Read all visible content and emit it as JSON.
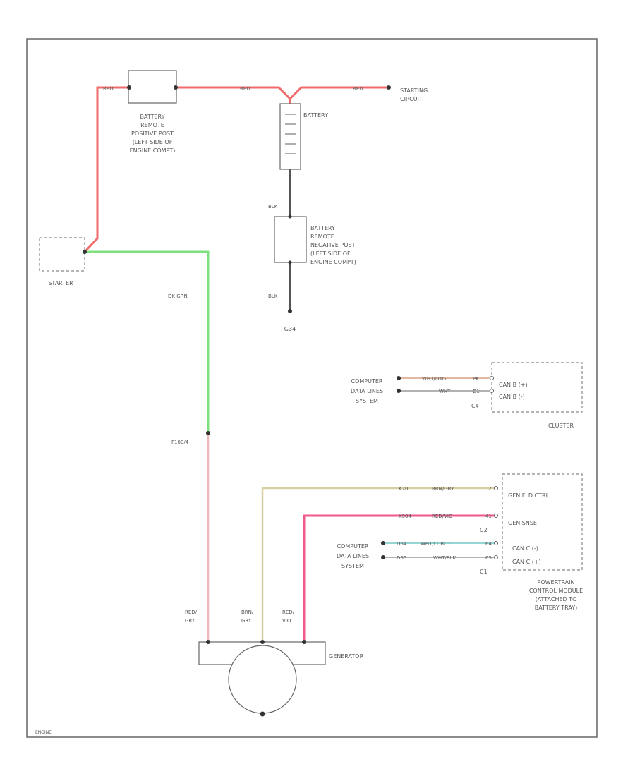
{
  "diagram": {
    "labels": {
      "fuse_label": [
        "BATTERY",
        "REMOTE",
        "POSITIVE POST",
        "(LEFT SIDE OF",
        "ENGINE COMPT)"
      ],
      "battery": "BATTERY",
      "starting_circuit": [
        "STARTING",
        "CIRCUIT"
      ],
      "neg_post": [
        "BATTERY",
        "REMOTE",
        "NEGATIVE POST",
        "(LEFT SIDE OF",
        "ENGINE COMPT)"
      ],
      "starter": "STARTER",
      "ground": "G34",
      "cluster": "CLUSTER",
      "cluster_pins": [
        "CAN B (+)",
        "CAN B (-)"
      ],
      "cluster_connector": "C4",
      "pcm": [
        "POWERTRAIN",
        "CONTROL MODULE",
        "(ATTACHED TO",
        "BATTERY TRAY)"
      ],
      "pcm_pins": [
        "GEN FLD CTRL",
        "GEN SNSE",
        "CAN C (-)",
        "CAN C (+)"
      ],
      "pcm_connectors": [
        "C2",
        "C1"
      ],
      "computer_data_lines_1": [
        "COMPUTER",
        "DATA LINES",
        "SYSTEM"
      ],
      "computer_data_lines_2": [
        "COMPUTER",
        "DATA LINES",
        "SYSTEM"
      ],
      "generator": "GENERATOR",
      "fusible": "F100/4",
      "corner_code": "ENGINE"
    },
    "wires": {
      "red_1": "RED",
      "red_2": "RED",
      "red_3": "RED",
      "blk_1": "BLK",
      "blk_2": "BLK",
      "dk_grn": "DK GRN",
      "gen_red_gry": [
        "RED/",
        "GRY"
      ],
      "gen_brn_gry": [
        "BRN/",
        "GRY"
      ],
      "gen_red_vio": [
        "RED/",
        "VIO"
      ],
      "can_b_plus": [
        "WHT/DKG",
        "PK"
      ],
      "can_b_minus": [
        "WHT",
        "D1"
      ],
      "gen_fld": [
        "K20",
        "BRN/GRY",
        "2"
      ],
      "gen_snse": [
        "K904",
        "RED/VIO",
        "41"
      ],
      "can_c_minus": [
        "D64",
        "WHT/LT BLU",
        "64"
      ],
      "can_c_plus": [
        "D65",
        "WHT/BLK",
        "65"
      ]
    },
    "colors": {
      "red": "#f26b6b",
      "green": "#7ee07e",
      "pink": "#f0b8b8",
      "tan": "#d8cfa0",
      "red_vio": "#f05a8a",
      "blk": "#555555",
      "orange_tan": "#d9a080",
      "teal": "#70c8c8",
      "gray": "#999999"
    }
  }
}
